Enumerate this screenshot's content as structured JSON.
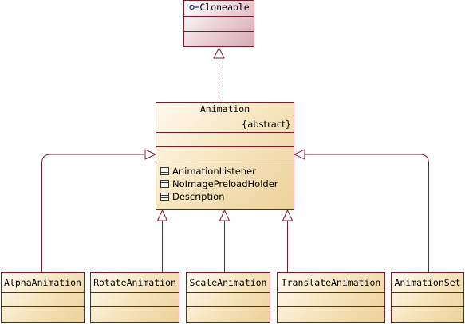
{
  "diagram": {
    "interface": {
      "name": "Cloneable"
    },
    "main_class": {
      "name": "Animation",
      "stereotype": "{abstract}",
      "inner_classes": [
        "AnimationListener",
        "NoImagePreloadHolder",
        "Description"
      ]
    },
    "subclasses": [
      {
        "name": "AlphaAnimation"
      },
      {
        "name": "RotateAnimation"
      },
      {
        "name": "ScaleAnimation"
      },
      {
        "name": "TranslateAnimation"
      },
      {
        "name": "AnimationSet"
      }
    ]
  },
  "colors": {
    "border": "#7a1b2c",
    "class_fill": "#f2dcaa",
    "interface_fill": "#ddb3bd"
  }
}
